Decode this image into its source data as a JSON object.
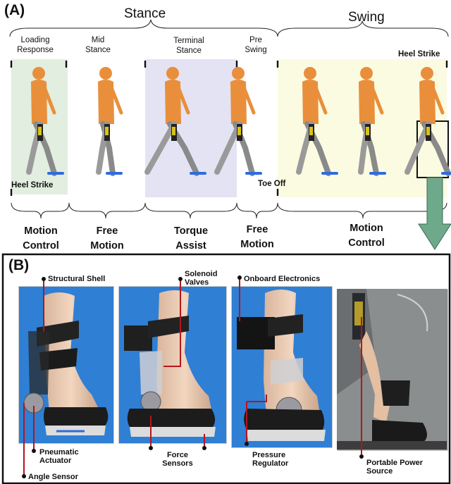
{
  "panel_a": {
    "label": "(A)",
    "stance": "Stance",
    "swing": "Swing",
    "subphases": {
      "loading": "Loading Response",
      "mid": "Mid Stance",
      "terminal": "Terminal Stance",
      "pre": "Pre Swing"
    },
    "events": {
      "heel_strike_top": "Heel Strike",
      "heel_strike_bottom": "Heel Strike",
      "toe_off": "Toe Off"
    },
    "controls": {
      "motion_control_1": "Motion Control",
      "free_motion_1": "Free Motion",
      "torque_assist": "Torque Assist",
      "free_motion_2": "Free Motion",
      "motion_control_2": "Motion Control"
    },
    "colors": {
      "loading_bg": "#e2eedf",
      "terminal_bg": "#e3e3f4",
      "swing_bg": "#fbfbe1",
      "arrow": "#6ea98b",
      "skin": "#e98f3c"
    }
  },
  "panel_b": {
    "label": "(B)",
    "callouts": {
      "structural_shell": "Structural Shell",
      "solenoid_valves": "Solenoid Valves",
      "onboard_electronics": "Onboard Electronics",
      "pneumatic_actuator": "Pneumatic Actuator",
      "angle_sensor": "Angle Sensor",
      "force_sensors": "Force Sensors",
      "pressure_regulator": "Pressure Regulator",
      "portable_power_source": "Portable Power Source"
    },
    "colors": {
      "photo_bg": "#2f7fd4",
      "callout_line": "#b4151c"
    }
  }
}
